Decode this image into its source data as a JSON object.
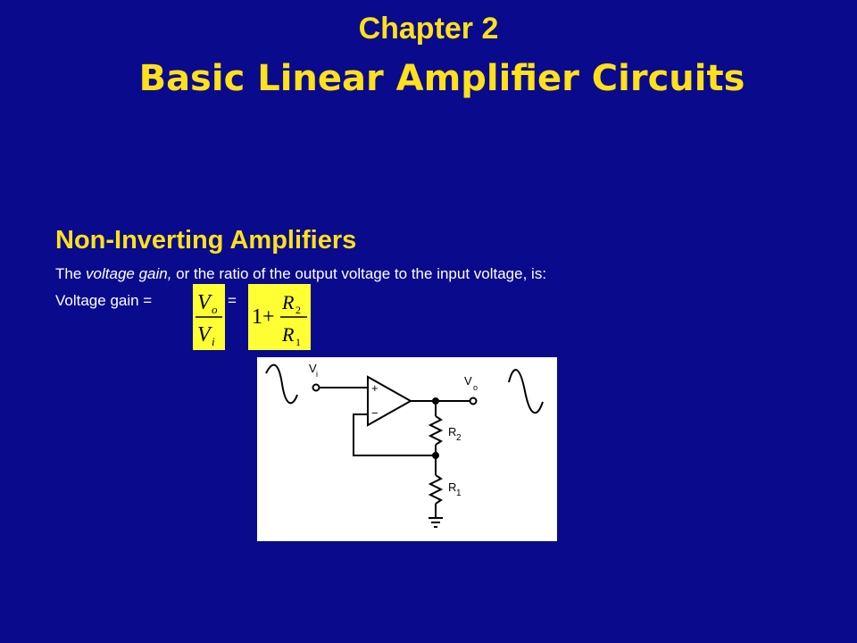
{
  "header": {
    "chapter": "Chapter 2",
    "title": "Basic Linear Amplifier Circuits"
  },
  "section": {
    "heading": "Non-Inverting Amplifiers",
    "intro_prefix": "The ",
    "intro_em": "voltage gain,",
    "intro_rest": " or the ratio of the output voltage to the input voltage, is:",
    "gain_label": "Voltage gain =",
    "equals": "="
  },
  "formula": {
    "numerator": "V",
    "numerator_sub": "o",
    "denominator": "V",
    "denominator_sub": "i",
    "rhs_one": "1+",
    "rhs_num": "R",
    "rhs_num_sub": "2",
    "rhs_den": "R",
    "rhs_den_sub": "1"
  },
  "circuit": {
    "vi": "V",
    "vi_sub": "i",
    "vo": "V",
    "vo_sub": "o",
    "r2": "R",
    "r2_sub": "2",
    "r1": "R",
    "r1_sub": "1",
    "plus": "+",
    "minus": "−"
  }
}
